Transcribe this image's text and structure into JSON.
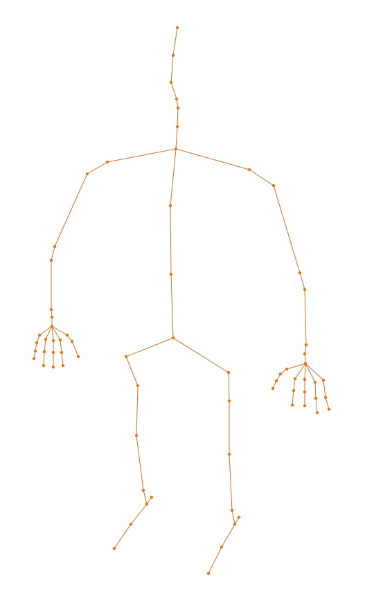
{
  "colors": {
    "background": "#ffffff",
    "bone": "#c8732e",
    "joint": "#e8760f"
  },
  "figure": {
    "type": "skeleton-stick-figure",
    "regions": [
      "head-neck",
      "spine",
      "left-arm",
      "right-arm",
      "left-hand",
      "right-hand",
      "left-leg",
      "right-leg"
    ]
  }
}
